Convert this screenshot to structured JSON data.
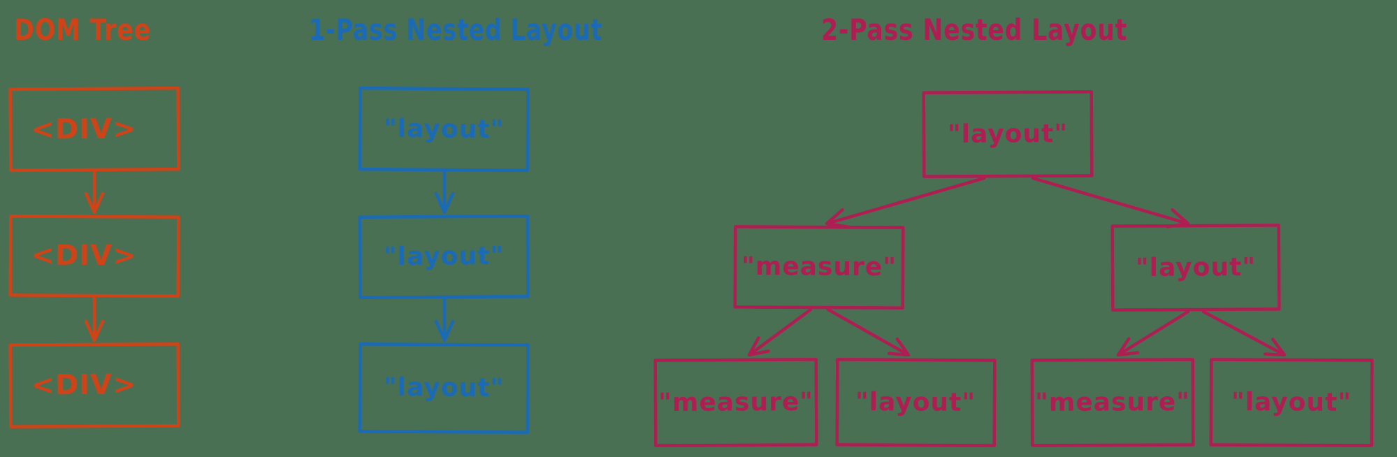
{
  "palette": {
    "background": "#4a7053",
    "dom": "#cf4318",
    "one_pass": "#1b6ab5",
    "two_pass": "#ae1e53"
  },
  "sections": {
    "dom_tree": {
      "title": "DOM Tree",
      "nodes": [
        "<DIV>",
        "<DIV>",
        "<DIV>"
      ]
    },
    "one_pass": {
      "title": "1-Pass Nested Layout",
      "nodes": [
        "\"layout\"",
        "\"layout\"",
        "\"layout\""
      ]
    },
    "two_pass": {
      "title": "2-Pass Nested Layout",
      "root": "\"layout\"",
      "children": [
        "\"measure\"",
        "\"layout\""
      ],
      "grandchildren": [
        "\"measure\"",
        "\"layout\"",
        "\"measure\"",
        "\"layout\""
      ]
    }
  }
}
